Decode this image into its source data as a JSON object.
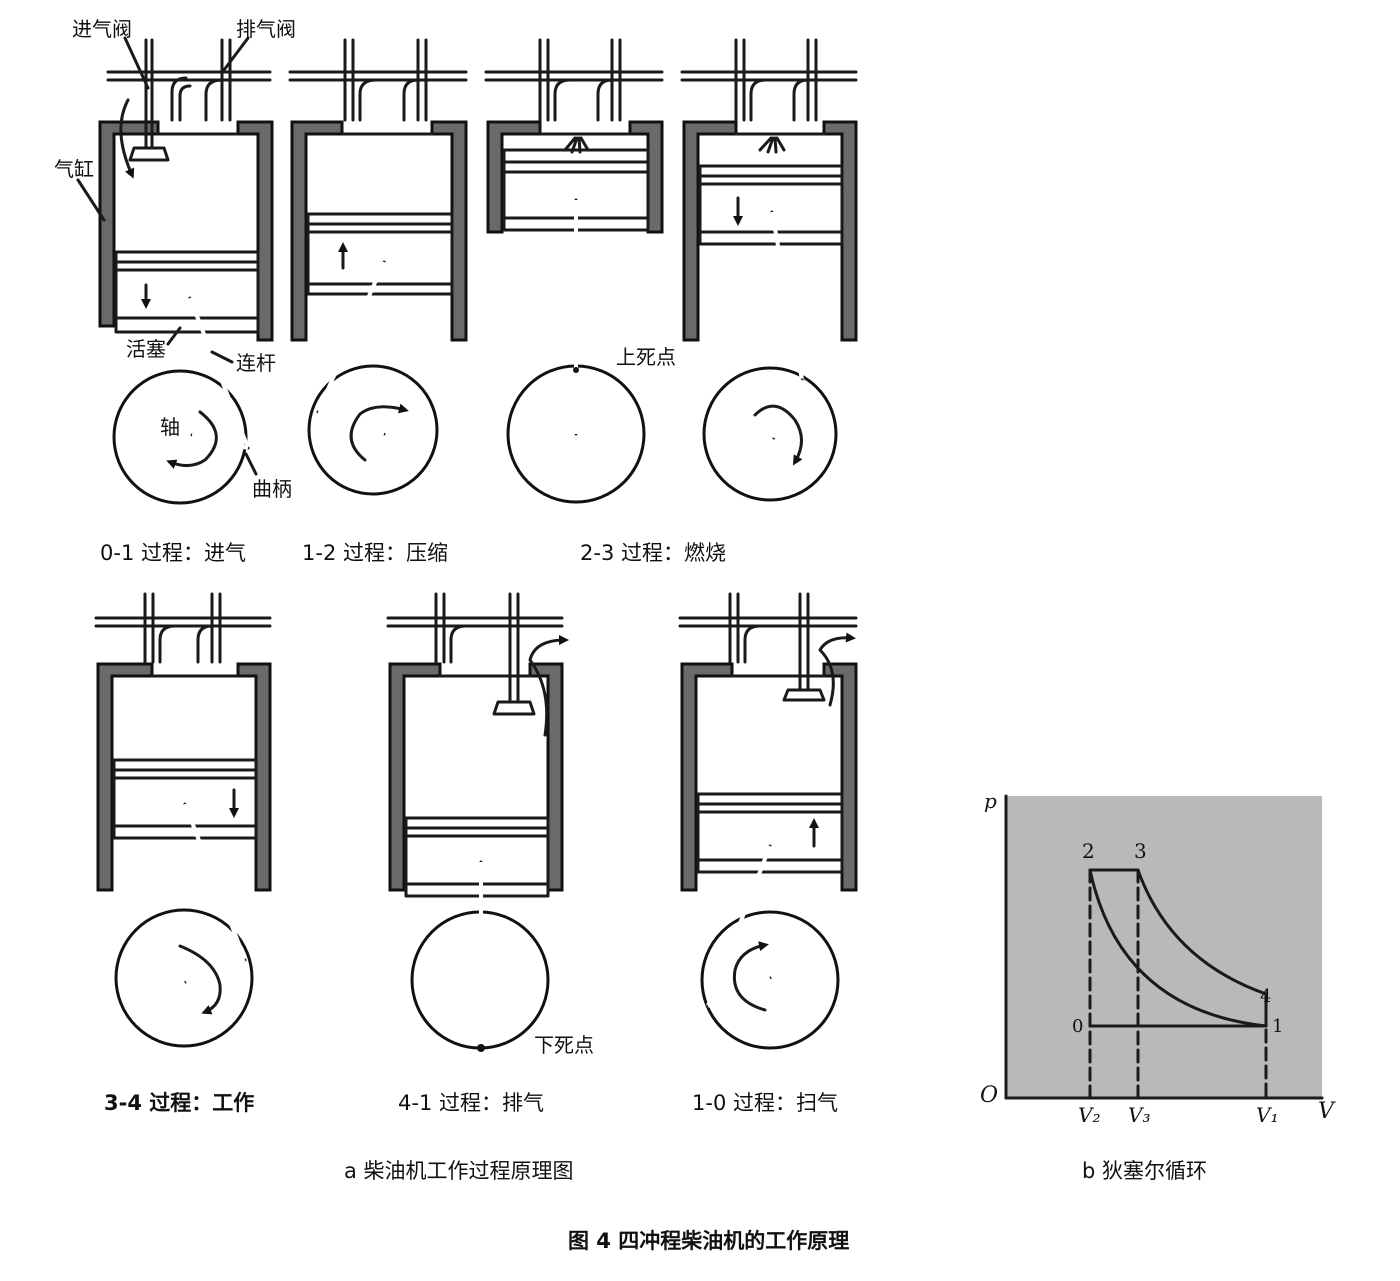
{
  "colors": {
    "ink": "#1a1a1a",
    "wall": "#6a6a6a",
    "chart_bg": "#b9b9b9",
    "paper": "#ffffff"
  },
  "labels": {
    "intake_valve": "进气阀",
    "exhaust_valve": "排气阀",
    "cylinder": "气缸",
    "piston": "活塞",
    "connecting_rod": "连杆",
    "shaft": "轴",
    "crank": "曲柄",
    "tdc": "上死点",
    "bdc": "下死点"
  },
  "processes": [
    {
      "label": "0-1 过程：进气"
    },
    {
      "label": "1-2 过程：压缩"
    },
    {
      "label": "2-3 过程：燃烧"
    },
    {
      "label": "3-4 过程：工作"
    },
    {
      "label": "4-1 过程：排气"
    },
    {
      "label": "1-0 过程：扫气"
    }
  ],
  "captions": {
    "part_a": "a   柴油机工作过程原理图",
    "part_b": "b   狄塞尔循环",
    "figure": "图 4    四冲程柴油机的工作原理"
  },
  "chart_data": {
    "type": "line",
    "title": "狄塞尔循环",
    "xlabel": "V",
    "ylabel": "p",
    "origin": "O",
    "x_ticks": [
      "V₂",
      "V₃",
      "V₁"
    ],
    "points": [
      {
        "name": "0",
        "v": "V₂",
        "p": 1.0
      },
      {
        "name": "1",
        "v": "V₁",
        "p": 1.0
      },
      {
        "name": "2",
        "v": "V₂",
        "p": 5.0
      },
      {
        "name": "3",
        "v": "V₃",
        "p": 5.0
      },
      {
        "name": "4",
        "v": "V₁",
        "p": 1.8
      }
    ],
    "grid": false
  }
}
